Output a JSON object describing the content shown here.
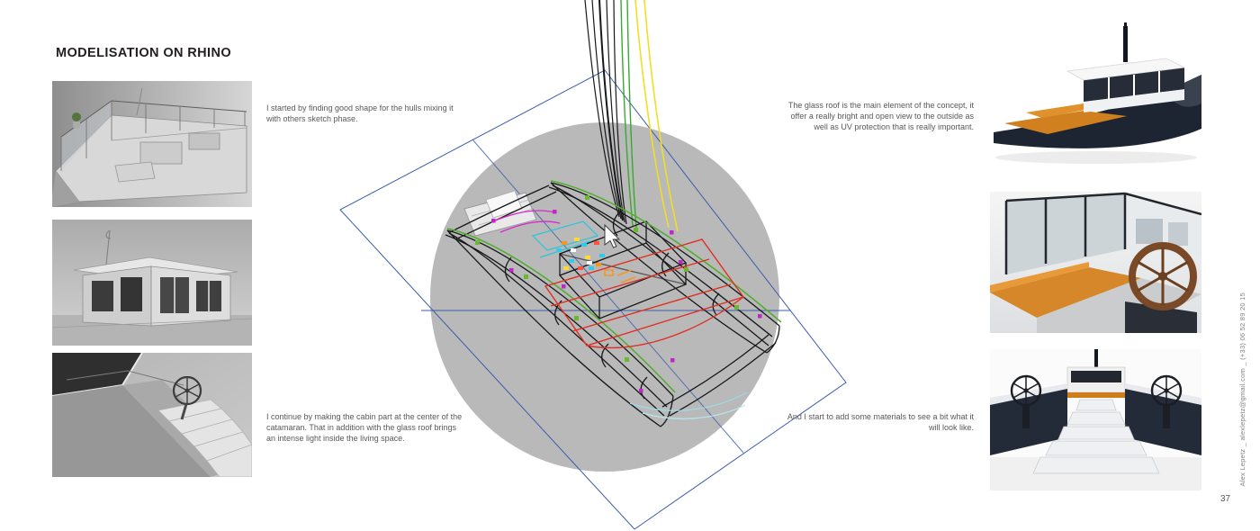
{
  "page": {
    "title": "MODELISATION ON RHINO",
    "page_number": "37",
    "contact": "Alex Lepetz _ alexlepetz@gmail.com _ (+33) 06 52 89 20 15"
  },
  "captions": {
    "hull_shape": "I started by finding good shape for the hulls mixing it with others sketch phase.",
    "cabin_part": "I continue by making the cabin part at the center of the catamaran. That in addition with the glass roof brings an intense light inside the living space.",
    "glass_roof": "The glass roof is the main element of the concept, it offer a really bright and open view to the outside as well as UV protection that is really important.",
    "materials": "And I start to add some materials to see a bit what it will look like."
  },
  "figures": {
    "left": [
      "grayscale-render-deck",
      "grayscale-render-cabin",
      "grayscale-render-stern-steps"
    ],
    "center": "rhino-viewport-wireframe-catamaran",
    "right": [
      "material-render-exterior",
      "material-render-interior-wheel",
      "material-render-stern-wheels"
    ]
  },
  "colors": {
    "grid_blue": "#3a5da9",
    "ground_gray": "#b9b9b9",
    "wire_black": "#17181a",
    "accent_red": "#e03022",
    "accent_magenta": "#d928cf",
    "accent_green": "#4fae2c",
    "accent_cyan": "#2ac4dc",
    "accent_yellow": "#f1df25",
    "accent_orange": "#f7941d",
    "wood_orange": "#cf7d1c",
    "hull_navy": "#1e2532",
    "text_gray": "#58595b"
  }
}
